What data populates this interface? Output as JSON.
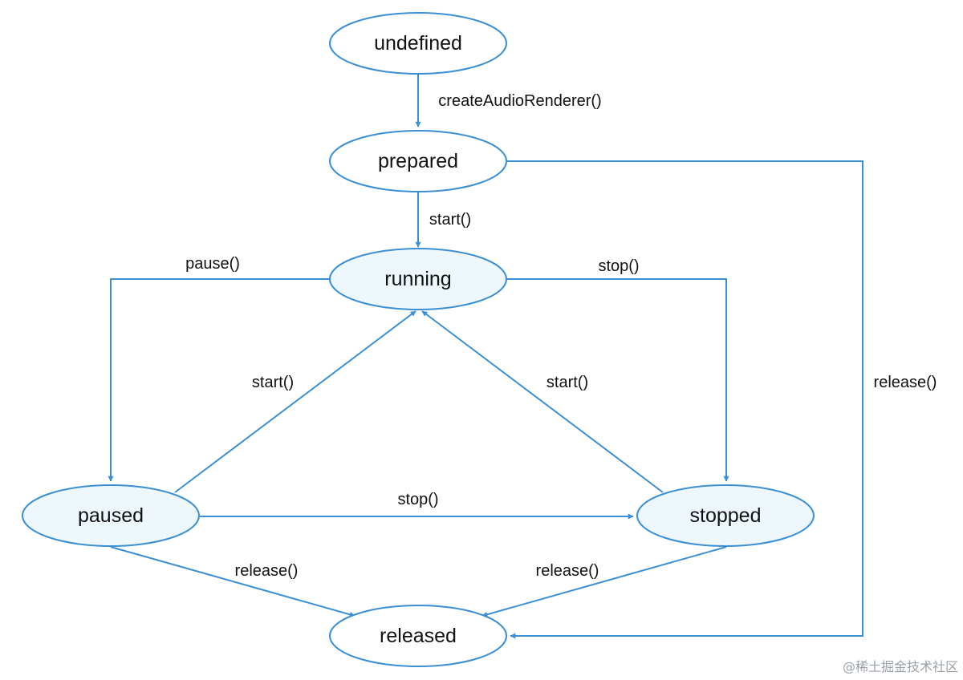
{
  "states": {
    "undefined": "undefined",
    "prepared": "prepared",
    "running": "running",
    "paused": "paused",
    "stopped": "stopped",
    "released": "released"
  },
  "transitions": {
    "undefined_to_prepared": "createAudioRenderer()",
    "prepared_to_running": "start()",
    "running_to_paused": "pause()",
    "running_to_stopped": "stop()",
    "paused_to_running": "start()",
    "stopped_to_running": "start()",
    "paused_to_stopped": "stop()",
    "paused_to_released": "release()",
    "stopped_to_released": "release()",
    "prepared_to_released": "release()"
  },
  "colors": {
    "edge": "#3b8fd4",
    "state_fill_active": "#eef7fc",
    "state_fill_plain": "#ffffff"
  },
  "watermark": "@稀土掘金技术社区"
}
